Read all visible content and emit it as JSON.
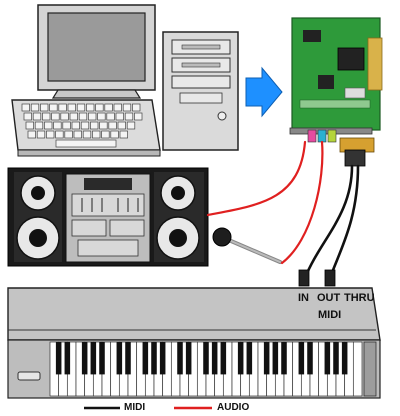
{
  "keyboard": {
    "ports": [
      "IN",
      "OUT",
      "THRU"
    ],
    "midi_label": "MIDI"
  },
  "legend": [
    {
      "label": "MIDI",
      "color": "#111111"
    },
    {
      "label": "AUDIO",
      "color": "#e02020"
    }
  ],
  "colors": {
    "audio_cable": "#e02020",
    "midi_cable": "#111111",
    "arrow": "#1e90ff",
    "pcb": "#2e9a3a",
    "device_gray": "#c8c8c8",
    "monitor_screen": "#9a9a9a"
  }
}
